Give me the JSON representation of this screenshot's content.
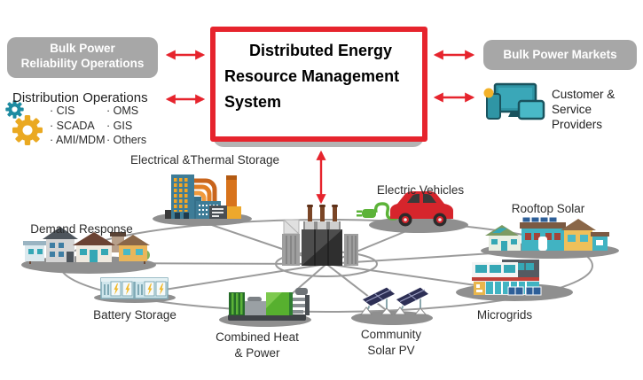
{
  "header": {
    "bulk_power_reliability_operations": "Bulk Power\nReliability Operations",
    "derms_title": "Distributed Energy\nResource Management\nSystem",
    "bulk_power_markets": "Bulk Power Markets"
  },
  "distribution_operations": {
    "title": "Distribution Operations",
    "col1": [
      "CIS",
      "SCADA",
      "AMI/MDM"
    ],
    "col2": [
      "OMS",
      "GIS",
      "Others"
    ]
  },
  "customer_service_providers": "Customer &\nService Providers",
  "resources": {
    "electrical_thermal_storage": "Electrical &Thermal Storage",
    "electric_vehicles": "Electric Vehicles",
    "rooftop_solar": "Rooftop Solar",
    "demand_response": "Demand Response",
    "battery_storage": "Battery Storage",
    "combined_heat_power": "Combined Heat\n& Power",
    "community_solar_pv": "Community\nSolar PV",
    "microgrids": "Microgrids"
  },
  "icons": {
    "gears-icon": "teal and gold cogwheels",
    "devices-icon": "teal monitor, tablet and phone",
    "transformer-icon": "grid substation transformer",
    "factory-icon": "electrical and thermal storage plant",
    "electric-car-icon": "red EV with green charging plug",
    "houses-icon": "residential neighborhood",
    "solar-houses-icon": "houses with rooftop PV",
    "microgrid-buildings-icon": "commercial microgrid buildings",
    "solar-panels-icon": "ground-mount PV arrays",
    "chp-generator-icon": "green combined heat and power unit",
    "battery-containers-icon": "container battery storage with bolts",
    "arrow-icon": "red double-headed arrow"
  },
  "colors": {
    "accent_red": "#e6242d",
    "box_gray": "#a7a7a7",
    "network_line_gray": "#9b9b9b",
    "base_ellipse_gray": "#8f8f8f"
  }
}
